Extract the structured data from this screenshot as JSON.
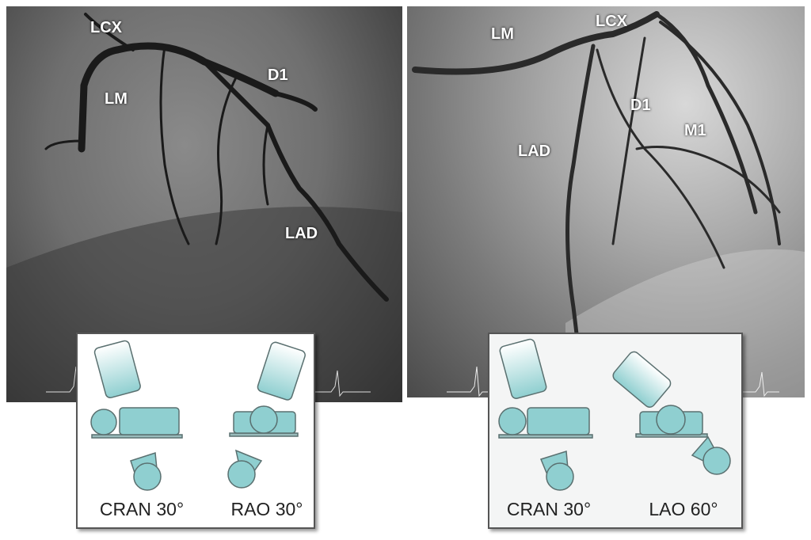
{
  "left_panel": {
    "labels": {
      "lcx": "LCX",
      "lm": "LM",
      "d1": "D1",
      "lad": "LAD"
    },
    "projection": {
      "view1": "CRAN 30°",
      "view2": "RAO 30°"
    }
  },
  "right_panel": {
    "labels": {
      "lm": "LM",
      "lcx": "LCX",
      "d1": "D1",
      "m1": "M1",
      "lad": "LAD"
    },
    "projection": {
      "view1": "CRAN 30°",
      "view2": "LAO 60°"
    }
  },
  "colors": {
    "device_fill": "#8fcfd0",
    "device_stroke": "#5a7070"
  }
}
